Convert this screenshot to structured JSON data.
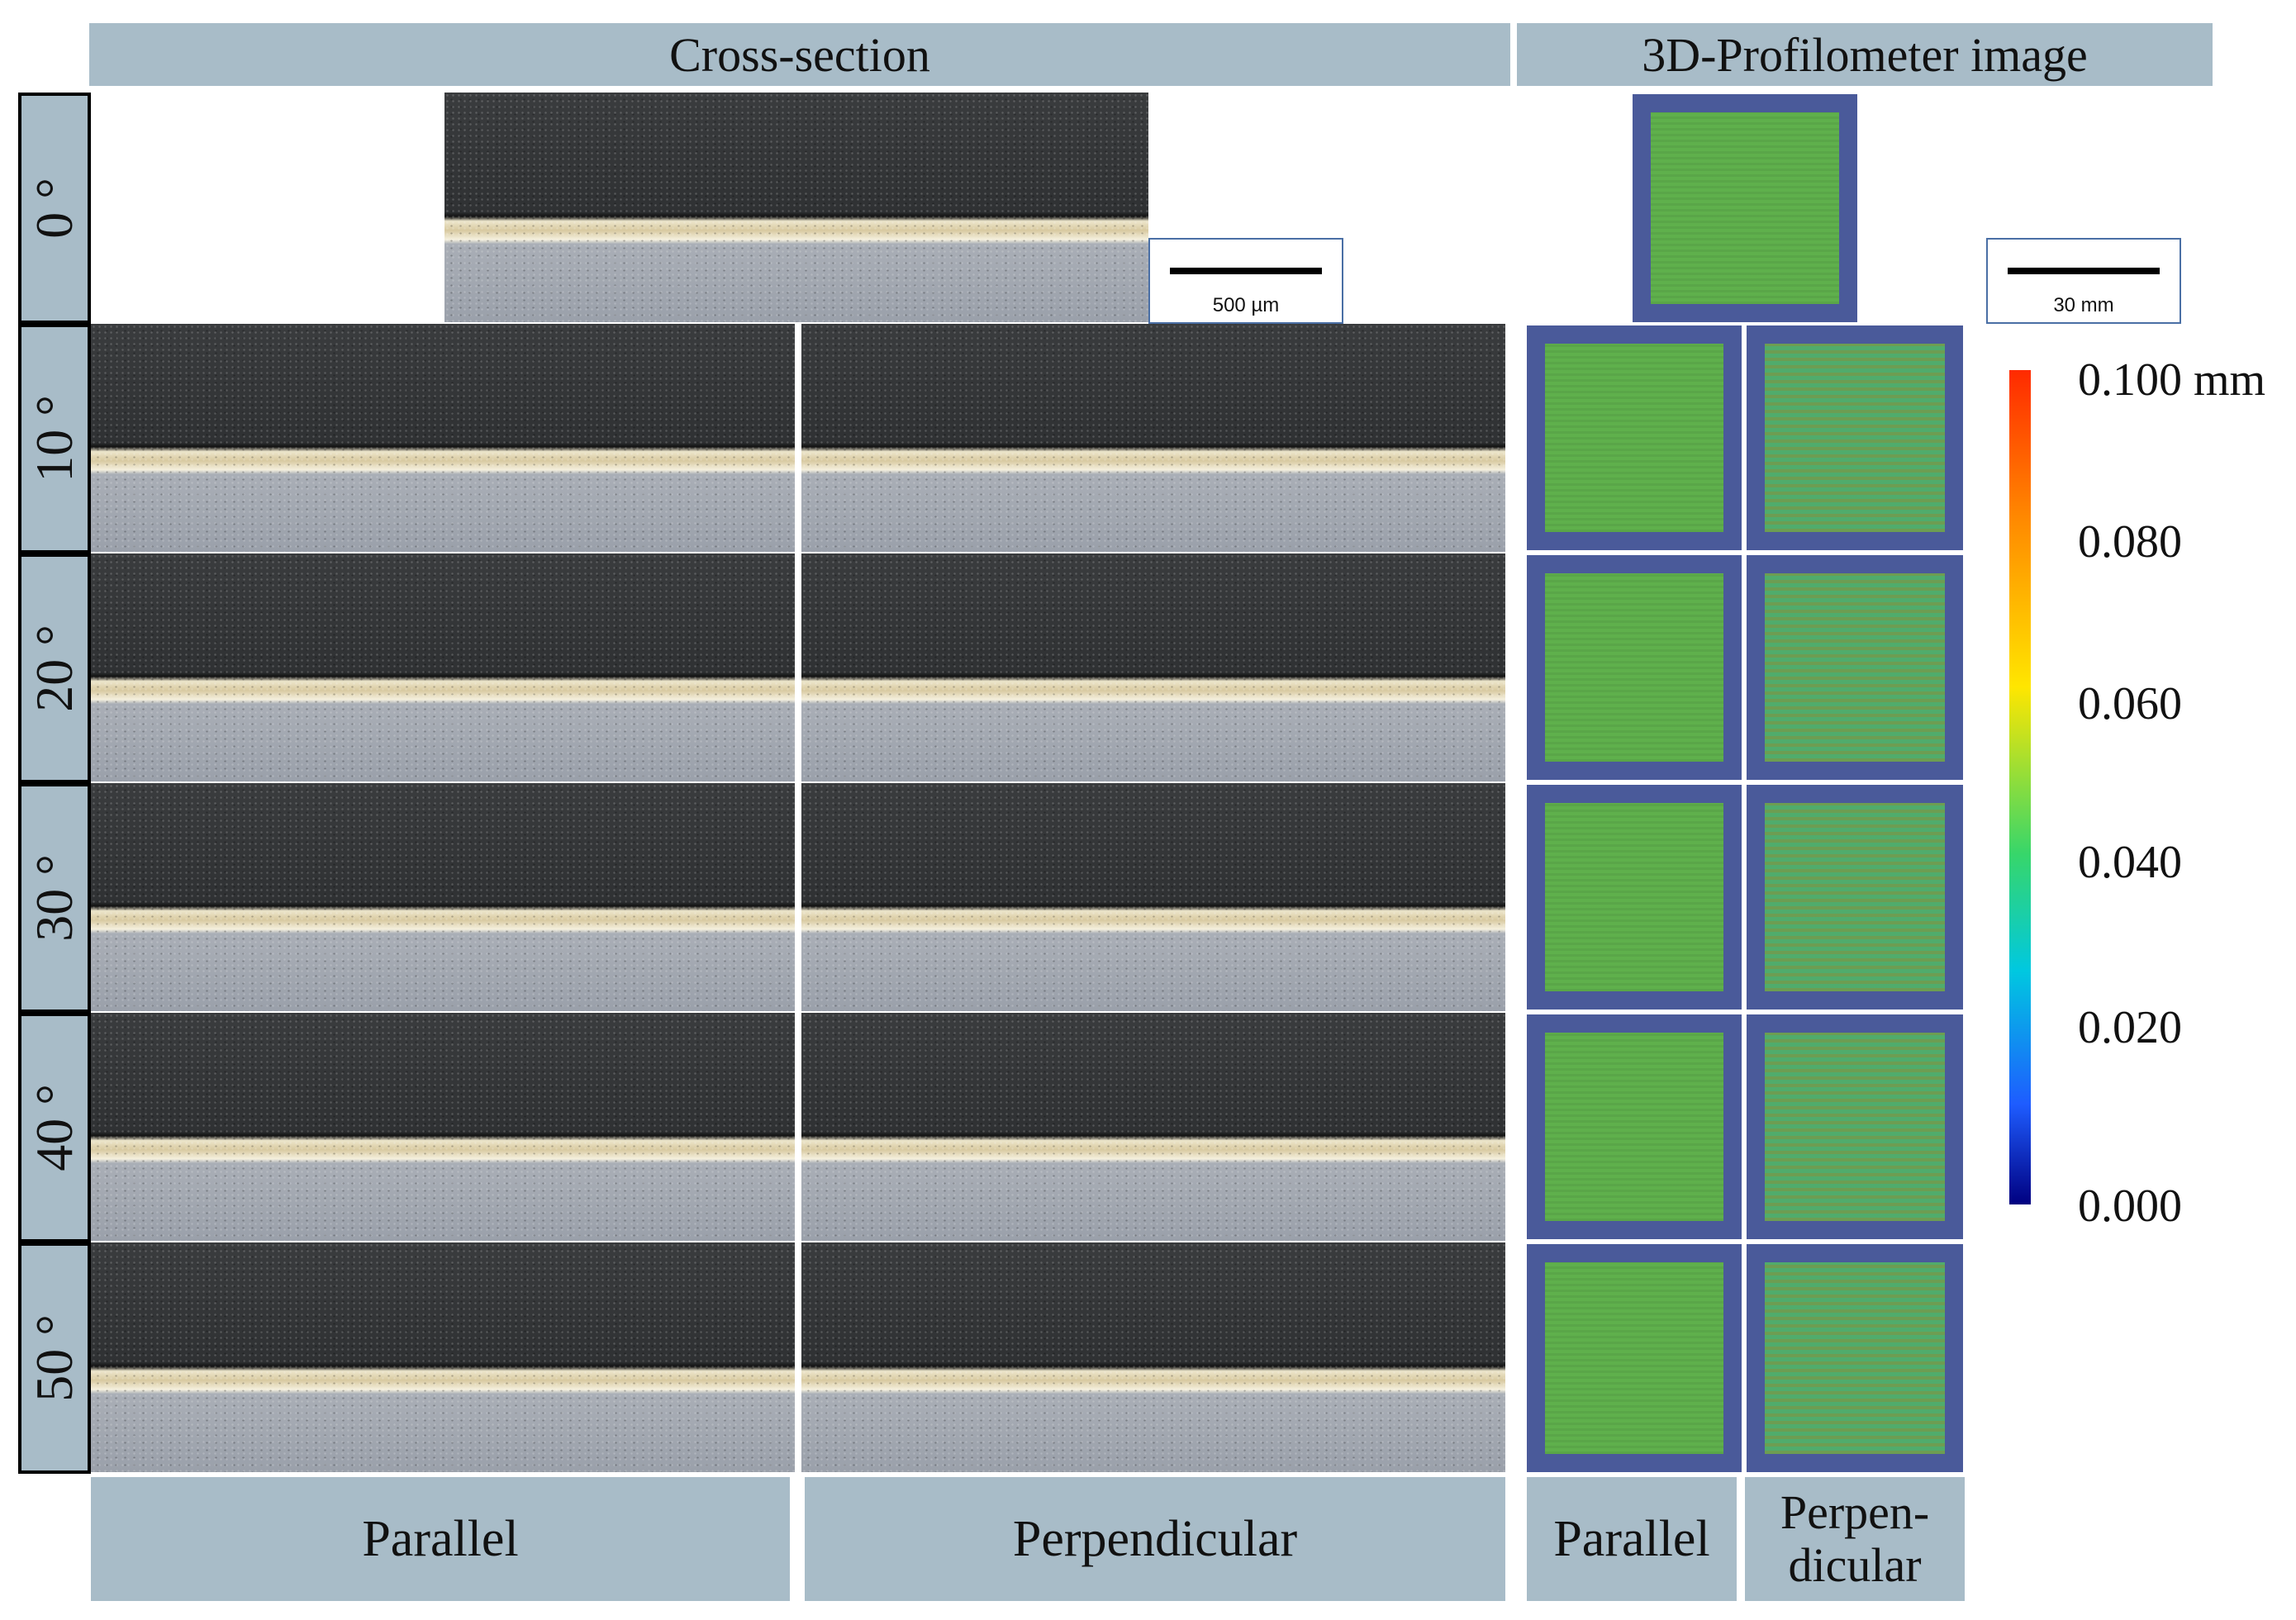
{
  "headers": {
    "cross_section": "Cross-section",
    "profilometer": "3D-Profilometer image"
  },
  "angles": [
    "0 °",
    "10 °",
    "20 °",
    "30 °",
    "40 °",
    "50 °"
  ],
  "scale_bars": {
    "cross_section": "500 µm",
    "profilometer": "30 mm"
  },
  "colorbar": {
    "ticks": [
      "0.100 mm",
      "0.080",
      "0.060",
      "0.040",
      "0.020",
      "0.000"
    ],
    "colors": [
      "#ff2a00",
      "#ff8a00",
      "#ffe600",
      "#37d66a",
      "#00c8e0",
      "#1e5cff",
      "#000080"
    ]
  },
  "bottom_labels": {
    "cs_parallel": "Parallel",
    "cs_perpendicular": "Perpendicular",
    "pf_parallel": "Parallel",
    "pf_perp_line1": "Perpen-",
    "pf_perp_line2": "dicular"
  }
}
